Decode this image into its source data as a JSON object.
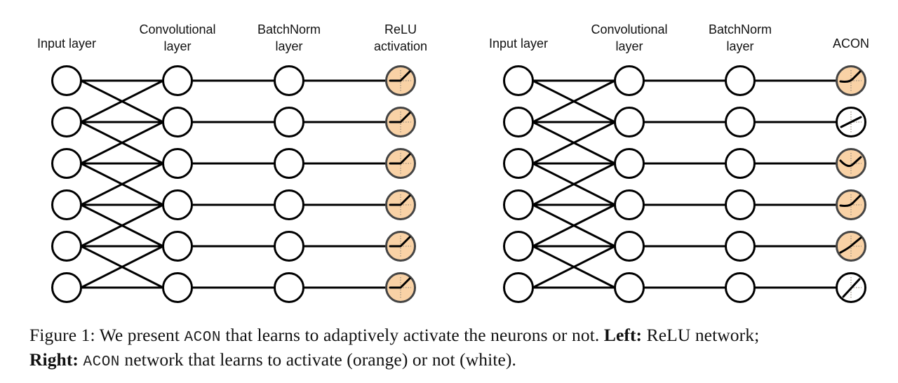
{
  "figure": {
    "colors": {
      "activated_fill": "#f9d2a6",
      "not_activated_fill": "#ffffff",
      "stroke": "#000000",
      "activation_stroke": "#444444",
      "axis_dotted": "#9a8f80"
    },
    "panels": [
      {
        "name": "relu-network",
        "columns": [
          {
            "label": [
              "Input layer"
            ]
          },
          {
            "label": [
              "Convolutional",
              "layer"
            ]
          },
          {
            "label": [
              "BatchNorm",
              "layer"
            ]
          },
          {
            "label": [
              "ReLU",
              "activation"
            ]
          }
        ],
        "neurons_per_layer": 6,
        "activations": [
          {
            "state": "activated",
            "shape": "relu"
          },
          {
            "state": "activated",
            "shape": "relu"
          },
          {
            "state": "activated",
            "shape": "relu"
          },
          {
            "state": "activated",
            "shape": "relu"
          },
          {
            "state": "activated",
            "shape": "relu"
          },
          {
            "state": "activated",
            "shape": "relu"
          }
        ]
      },
      {
        "name": "acon-network",
        "columns": [
          {
            "label": [
              "Input layer"
            ]
          },
          {
            "label": [
              "Convolutional",
              "layer"
            ]
          },
          {
            "label": [
              "BatchNorm",
              "layer"
            ]
          },
          {
            "label": [
              "ACON"
            ]
          }
        ],
        "neurons_per_layer": 6,
        "activations": [
          {
            "state": "activated",
            "shape": "smooth-relu"
          },
          {
            "state": "not-activated",
            "shape": "linear-shallow"
          },
          {
            "state": "activated",
            "shape": "v-shape"
          },
          {
            "state": "activated",
            "shape": "smooth-relu"
          },
          {
            "state": "activated",
            "shape": "soft-linear"
          },
          {
            "state": "not-activated",
            "shape": "linear-steep"
          }
        ]
      }
    ]
  },
  "caption": {
    "line1": {
      "prefix": "Figure 1: We present ",
      "acon": "ACON",
      "middle": " that learns to adaptively activate the neurons or not. ",
      "left_bold": "Left:",
      "left_text": " ReLU network;"
    },
    "line2": {
      "right_bold": "Right:",
      "acon": "ACON",
      "text": " network that learns to activate (orange) or not (white)."
    }
  }
}
